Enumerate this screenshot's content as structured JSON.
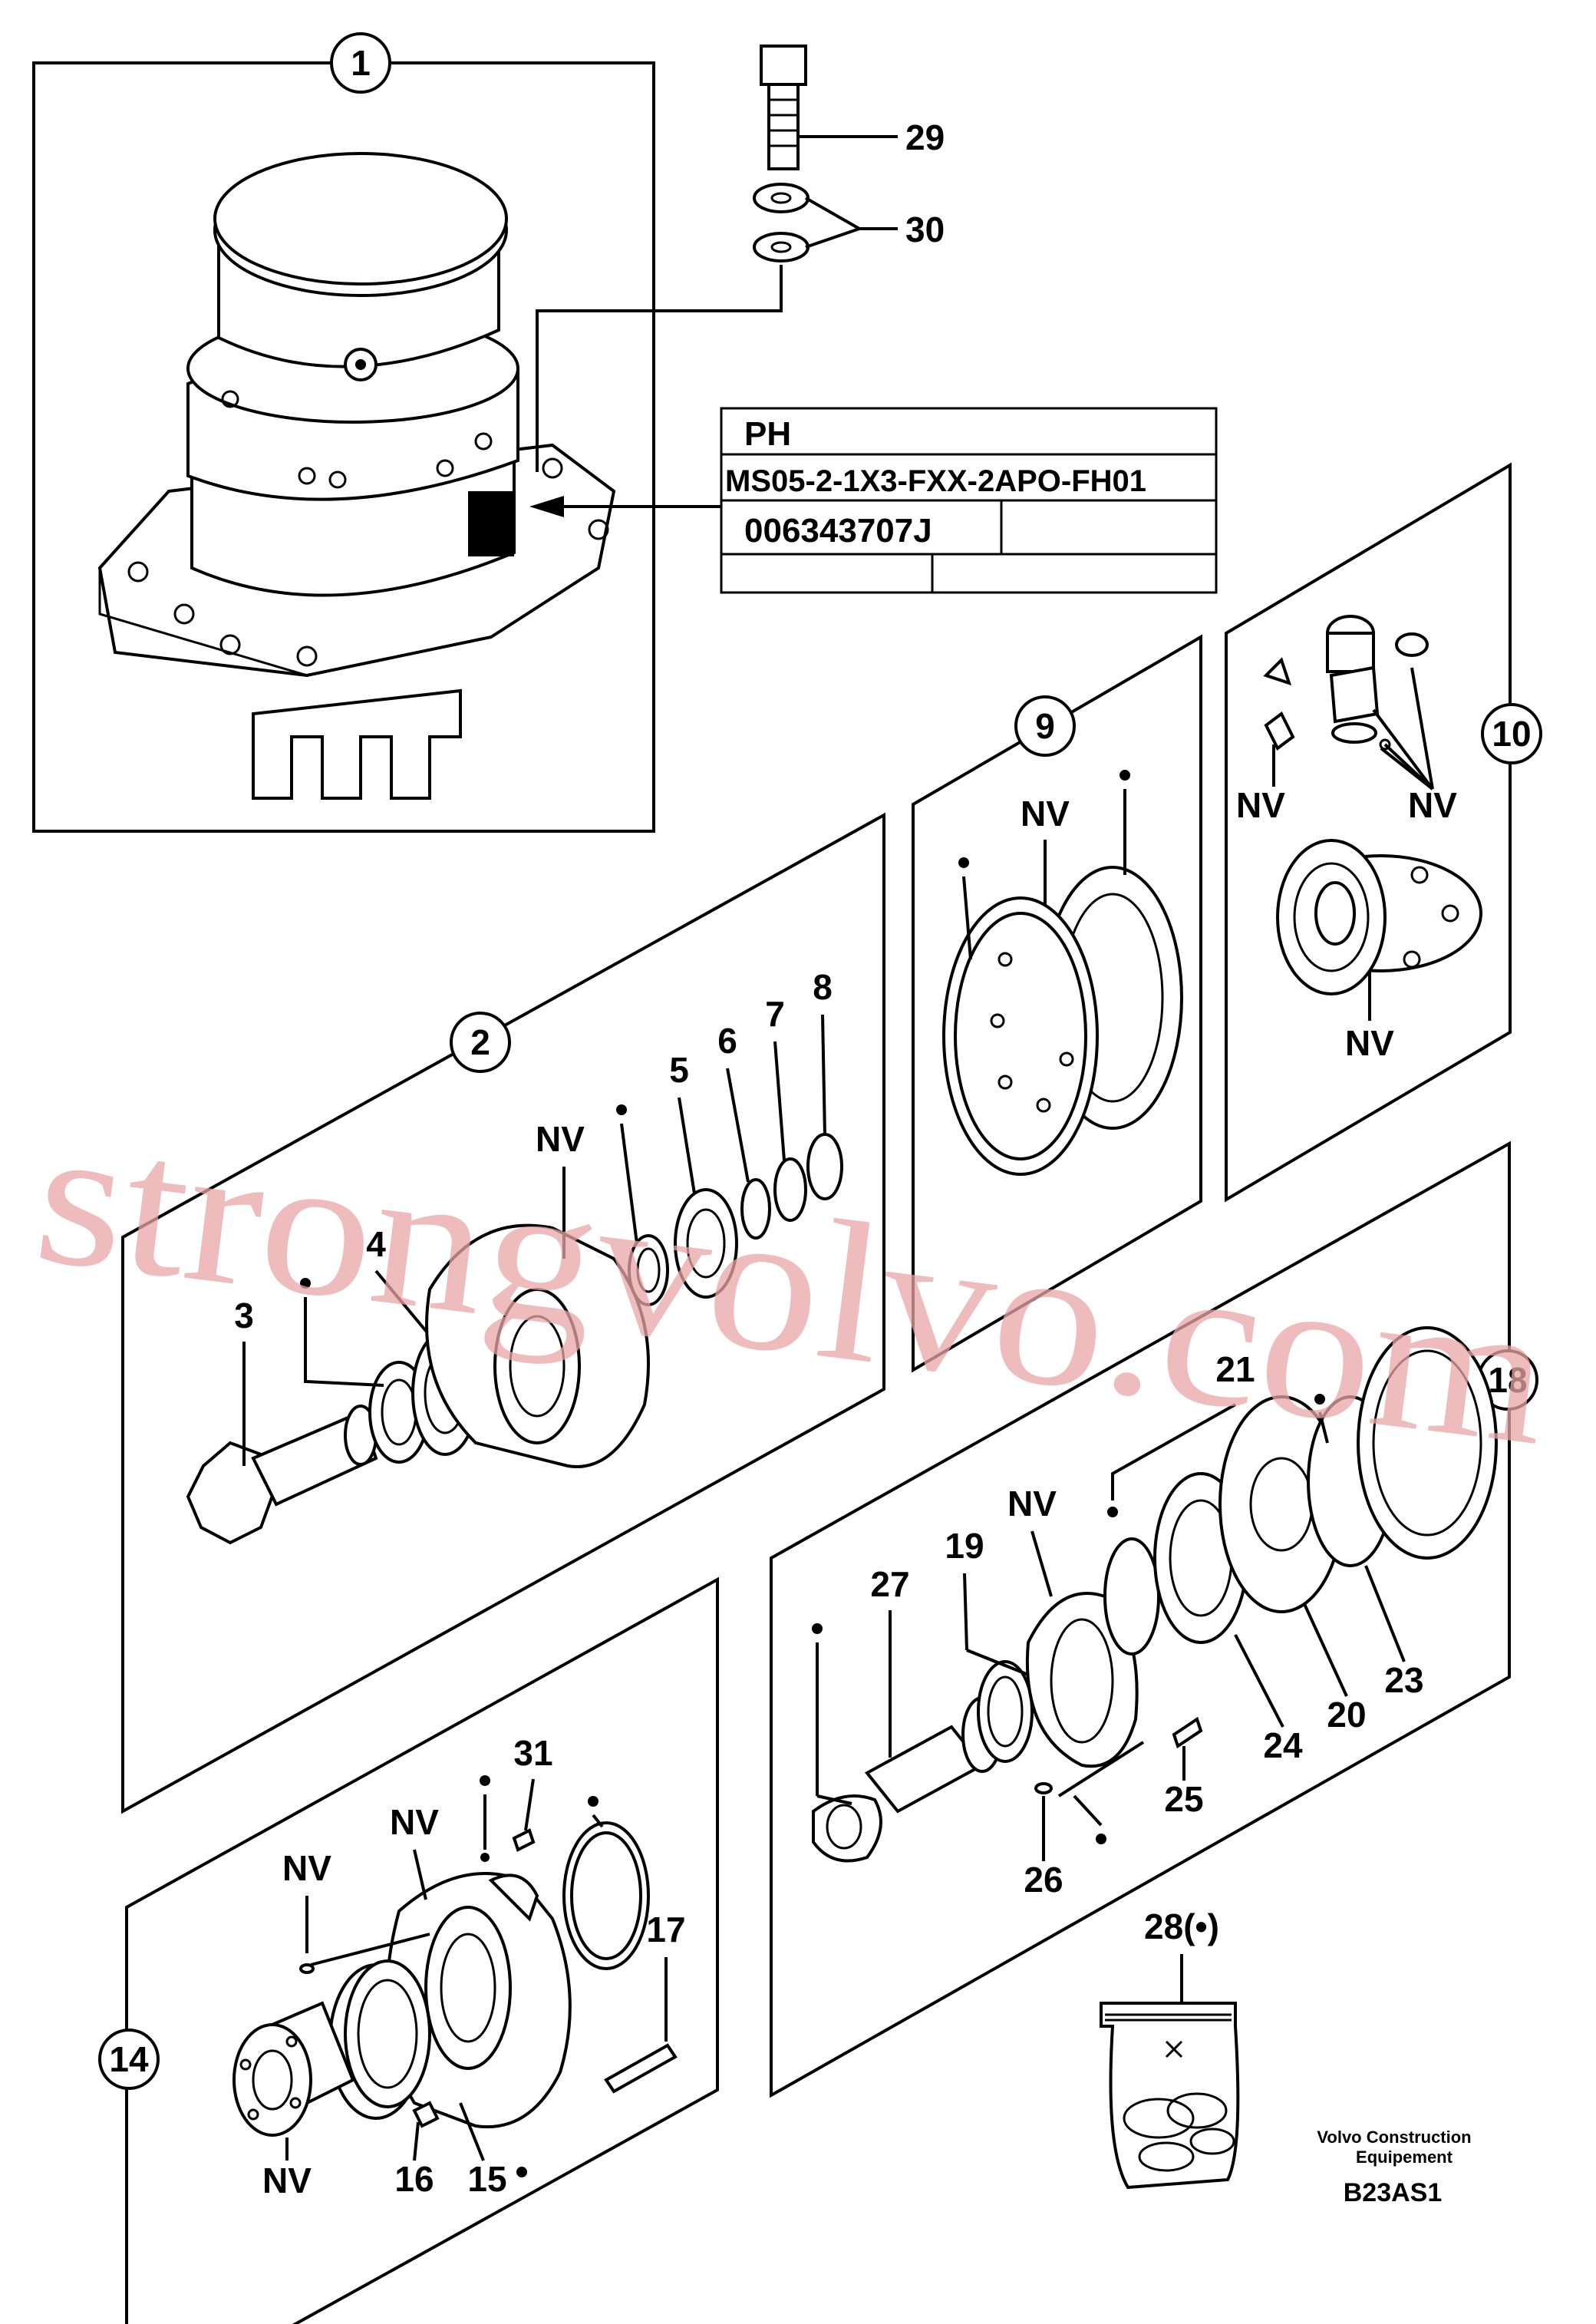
{
  "callouts": {
    "c1": "1",
    "c2": "2",
    "c9": "9",
    "c10": "10",
    "c14": "14",
    "c18": "18"
  },
  "labels": {
    "l3": "3",
    "l4": "4",
    "l5": "5",
    "l6": "6",
    "l7": "7",
    "l8": "8",
    "l16": "16",
    "l15": "15",
    "l17": "17",
    "l19": "19",
    "l20": "20",
    "l21": "21",
    "l23": "23",
    "l24": "24",
    "l25": "25",
    "l26": "26",
    "l27": "27",
    "l28": "28(•)",
    "l29": "29",
    "l30": "30",
    "l31": "31",
    "nv": "NV"
  },
  "nameplate": {
    "row1": "PH",
    "row2": "MS05-2-1X3-FXX-2APO-FH01",
    "row3": "006343707J"
  },
  "footer": {
    "brand_line1": "Volvo Construction",
    "brand_line2": "Equipement",
    "code": "B23AS1"
  },
  "watermark": "strongvolvo.com"
}
